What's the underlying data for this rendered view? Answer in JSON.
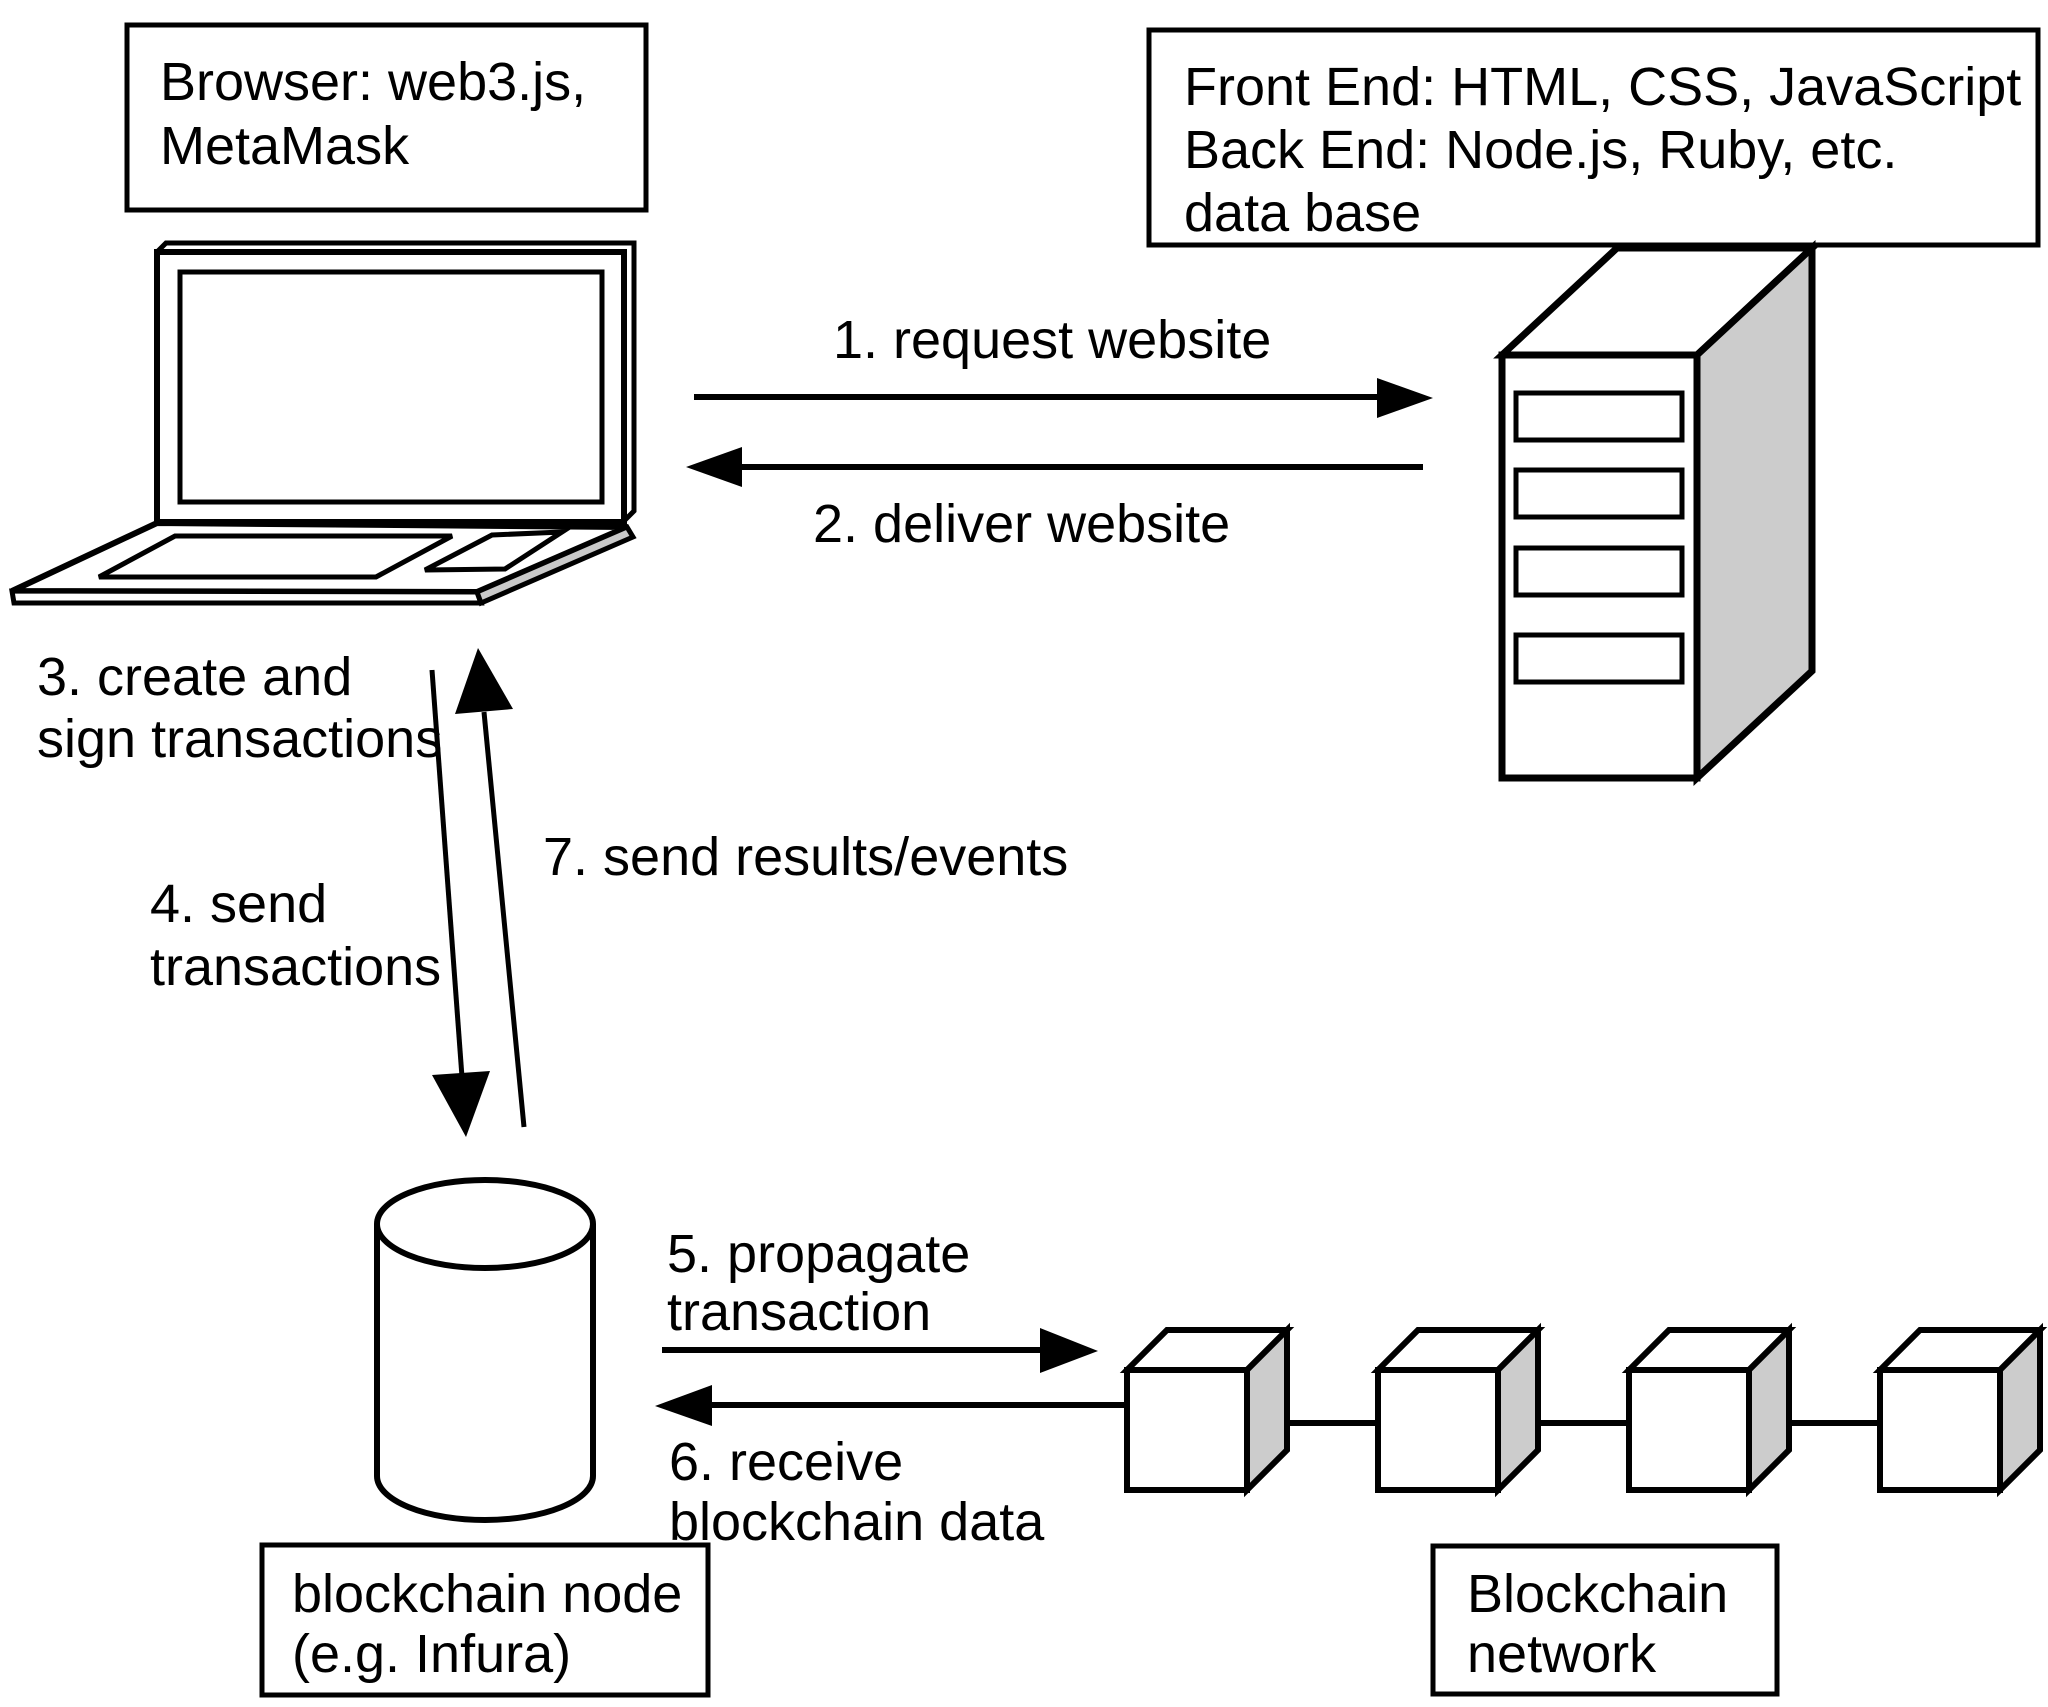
{
  "diagram": {
    "boxes": {
      "browser_box": {
        "line1": "Browser: web3.js,",
        "line2": "MetaMask"
      },
      "server_box": {
        "line1": "Front End: HTML, CSS, JavaScript",
        "line2": "Back End: Node.js, Ruby, etc.",
        "line3": "data base"
      },
      "node_box": {
        "line1": "blockchain node",
        "line2": "(e.g. Infura)"
      },
      "network_box": {
        "line1": "Blockchain",
        "line2": "network"
      }
    },
    "arrows": {
      "a1": {
        "label": "1. request website"
      },
      "a2": {
        "label": "2. deliver website"
      },
      "a3": {
        "label_line1": "3. create and",
        "label_line2": "sign transactions"
      },
      "a4": {
        "label_line1": "4. send",
        "label_line2": "transactions"
      },
      "a5": {
        "label_line1": "5. propagate",
        "label_line2": "transaction"
      },
      "a6": {
        "label_line1": "6. receive",
        "label_line2": "blockchain data"
      },
      "a7": {
        "label": "7. send results/events"
      }
    },
    "icons": {
      "laptop": "laptop-icon",
      "server": "server-tower-icon",
      "database": "database-cylinder-icon",
      "blockchain": "blockchain-cubes-icon"
    },
    "colors": {
      "background": "#ffffff",
      "stroke": "#000000",
      "shape_side_fill": "#cccccc"
    }
  }
}
